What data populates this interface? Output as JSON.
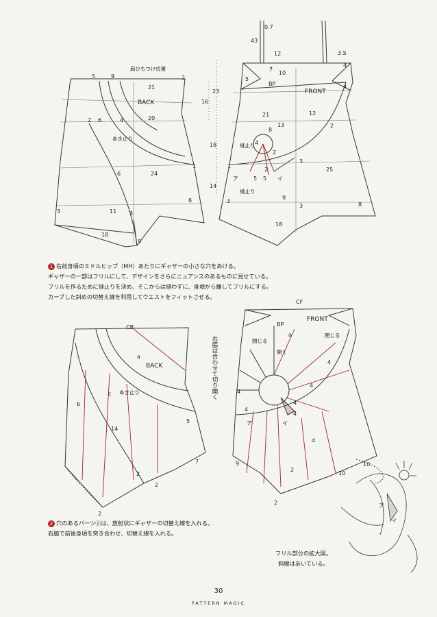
{
  "diagram1": {
    "back_title": "BACK",
    "front_title": "FRONT",
    "strap_position": "肩ひもつけ位置",
    "bp": "BP",
    "opening_back": "あき止り",
    "stitch_stop_left": "縫止り",
    "stitch_stop_bottom": "縫止り",
    "mark_a": "ア",
    "mark_i": "イ",
    "back_dims": {
      "d5": "5",
      "d9": "9",
      "d2": "2",
      "d21": "21",
      "d2b": "2",
      "d6": "6",
      "d4": "4",
      "d20": "20",
      "d6b": "6",
      "d24": "24",
      "d1": "1",
      "d3": "3",
      "d11": "11",
      "d3b": "3",
      "d6c": "6",
      "d18": "18",
      "d9b": "9"
    },
    "center_dims": {
      "d23": "23",
      "d16": "16",
      "d18": "18",
      "d14": "14"
    },
    "front_dims": {
      "d07": "0.7",
      "d43": "43",
      "d12": "12",
      "d35": "3.5",
      "d7": "7",
      "d10": "10",
      "d4": "4",
      "d5": "5",
      "d4b": "4",
      "d21": "21",
      "d12b": "12",
      "d13": "13",
      "d2": "2",
      "d8": "8",
      "d4c": "4",
      "d2b": "2",
      "d1": "1",
      "d3": "3",
      "d25": "25",
      "d2c": "2",
      "d5b": "5",
      "d5c": "5",
      "d3b": "3",
      "d9": "9",
      "d3c": "3",
      "d8b": "8",
      "d18": "18"
    }
  },
  "caption1": {
    "number": "1",
    "lines": [
      "右前身頃のミドルヒップ（MH）あたりにギャザーの小さな穴をあける。",
      "ギャザーの一部はフリルにして、デザインをさらにニュアンスのあるものに見せている。",
      "フリルを作るために縫止りを決め、そこからは縫わずに、身頃から離してフリルにする。",
      "カーブした斜めの切替え線を利用してウエストをフィットさせる。"
    ]
  },
  "diagram2": {
    "back_title": "BACK",
    "front_title": "FRONT",
    "cb": "CB",
    "cf": "CF",
    "bp": "BP",
    "opening": "あき止り",
    "close_left": "閉じる",
    "close_right": "閉じる",
    "open": "開く",
    "side_note": "右脇は合わせて切り開く",
    "marks": {
      "a": "a",
      "b": "b",
      "c": "c",
      "d": "d",
      "ka": "ア",
      "ki": "イ"
    },
    "back_dims": {
      "d14": "14",
      "d5": "5",
      "d7": "7",
      "d2": "2",
      "d2b": "2",
      "d2c": "2"
    },
    "front_dims": {
      "d4a": "4",
      "d4b": "4",
      "d4c": "4",
      "d4d": "4",
      "d4e": "4",
      "d4f": "4",
      "d9": "9",
      "d2": "2",
      "d2b": "2",
      "d10": "10",
      "d10b": "10"
    }
  },
  "caption2": {
    "number": "2",
    "lines": [
      "穴のあるパーツⓐは、放射状にギャザーの切替え線を入れる。",
      "右脇で前後身頃を突き合わせ、切替え線を入れる。"
    ]
  },
  "frill_note": {
    "lines": [
      "フリル部分の拡大図。",
      "斜線はあいている。"
    ]
  },
  "footer": {
    "page_number": "30",
    "book_title": "PATTERN MAGIC"
  }
}
